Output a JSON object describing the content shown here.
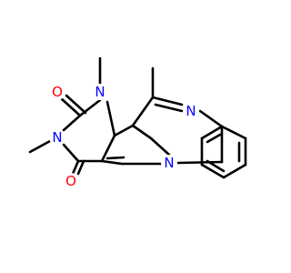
{
  "colors": {
    "background": "#ffffff",
    "bond": "#000000",
    "N": "#0000ff",
    "O": "#ff0000"
  },
  "atoms": [
    {
      "id": "O1",
      "text": "O",
      "element": "O"
    },
    {
      "id": "O2",
      "text": "O",
      "element": "O"
    },
    {
      "id": "N1",
      "text": "N",
      "element": "N"
    },
    {
      "id": "N2",
      "text": "N",
      "element": "N"
    },
    {
      "id": "N3",
      "text": "N",
      "element": "N"
    },
    {
      "id": "N4",
      "text": "N",
      "element": "N"
    }
  ]
}
